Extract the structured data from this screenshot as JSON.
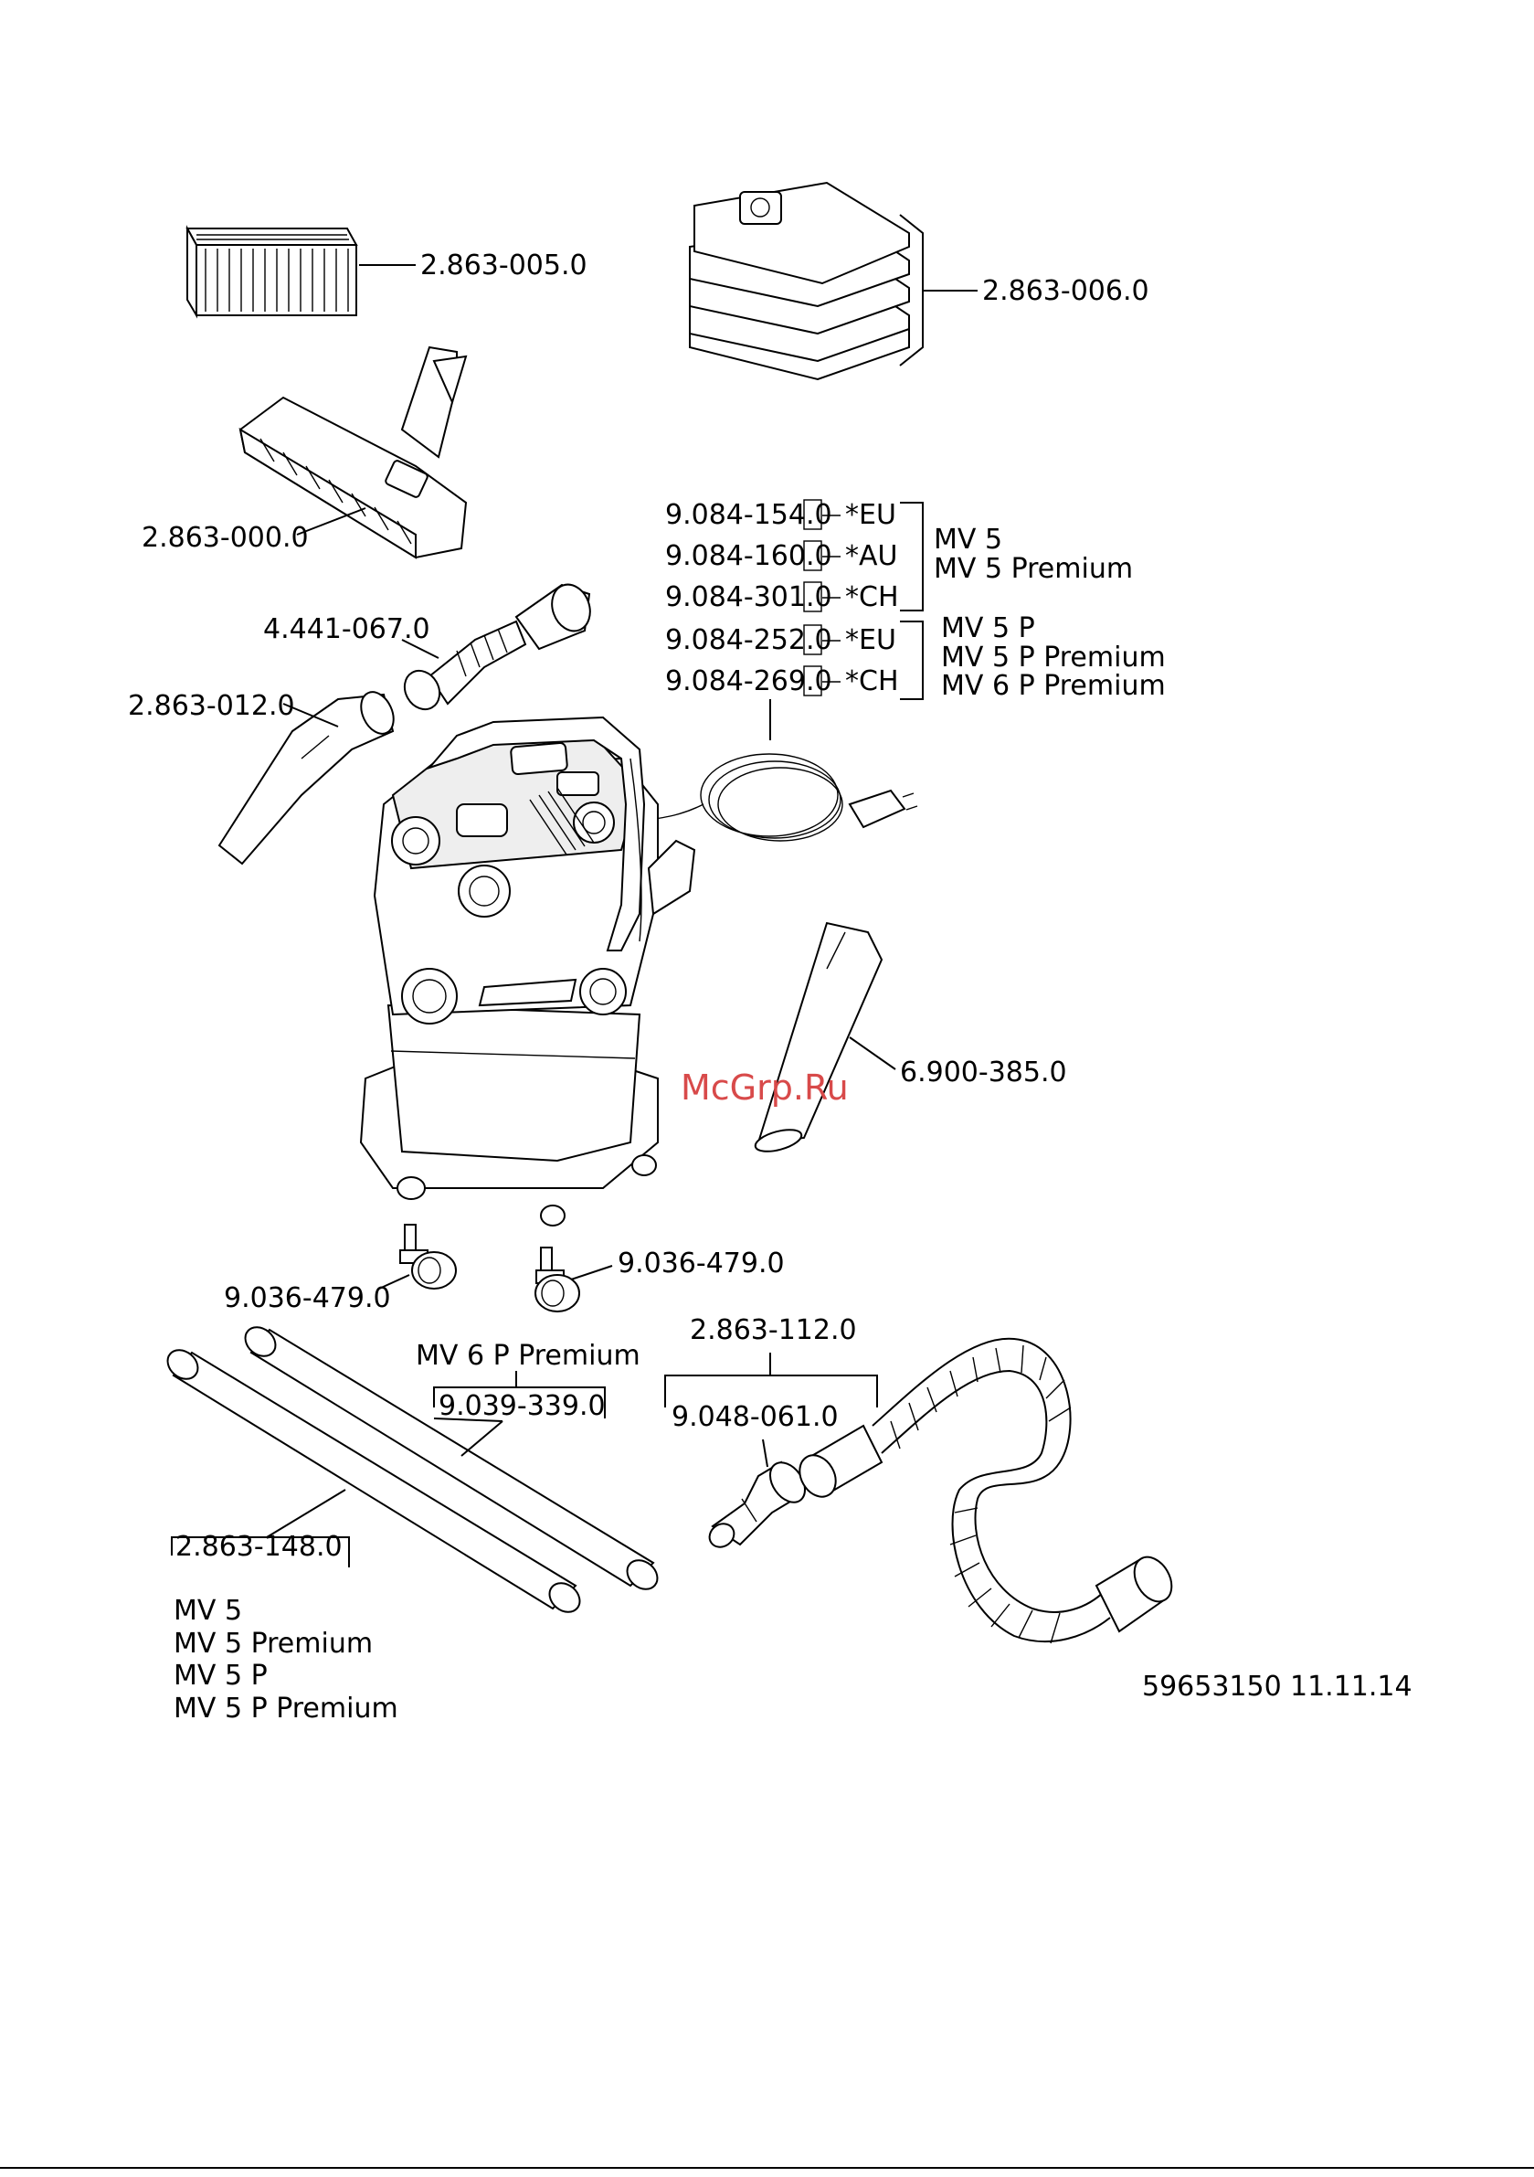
{
  "labels": {
    "filter": "2.863-005.0",
    "bags": "2.863-006.0",
    "floor_nozzle": "2.863-000.0",
    "elbow_hose": "4.441-067.0",
    "handle": "2.863-012.0",
    "crevice": "6.900-385.0",
    "caster_left": "9.036-479.0",
    "caster_right": "9.036-479.0",
    "hose_kit": "2.863-112.0",
    "adapter": "9.048-061.0",
    "tube_mv6": "9.039-339.0",
    "tube_mv5": "2.863-148.0"
  },
  "cords": {
    "rows": [
      {
        "part": "9.084-154.0",
        "region": "*EU"
      },
      {
        "part": "9.084-160.0",
        "region": "*AU"
      },
      {
        "part": "9.084-301.0",
        "region": "*CH"
      },
      {
        "part": "9.084-252.0",
        "region": "*EU"
      },
      {
        "part": "9.084-269.0",
        "region": "*CH"
      }
    ],
    "group1": [
      "MV 5",
      "MV 5 Premium"
    ],
    "group2": [
      "MV 5 P",
      "MV 5 P Premium",
      "MV 6 P Premium"
    ]
  },
  "tube_mv6_model": "MV 6 P Premium",
  "tube_mv5_models": [
    "MV 5",
    "MV 5 Premium",
    "MV 5 P",
    "MV 5 P Premium"
  ],
  "watermark": "McGrp.Ru",
  "footer": {
    "doc_number": "59653150",
    "date": "11.11.14"
  }
}
